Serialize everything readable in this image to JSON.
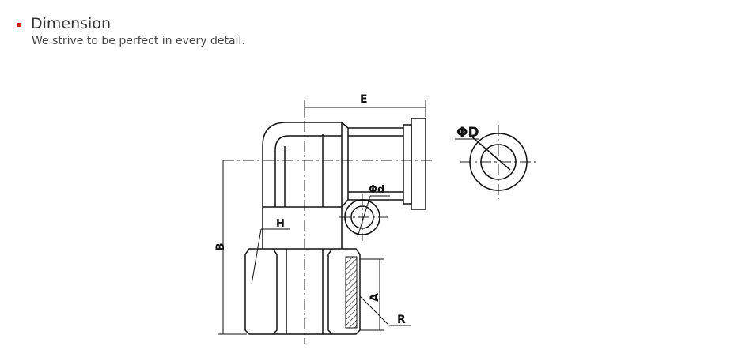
{
  "header": {
    "title": "Dimension",
    "subtitle": "We strive to be perfect in every detail.",
    "accent_color": "#e0211a"
  },
  "diagram": {
    "labels": {
      "E": "E",
      "B": "B",
      "H": "H",
      "A": "A",
      "R": "R",
      "phi_d": "Φd",
      "phi_D": "ΦD"
    }
  }
}
